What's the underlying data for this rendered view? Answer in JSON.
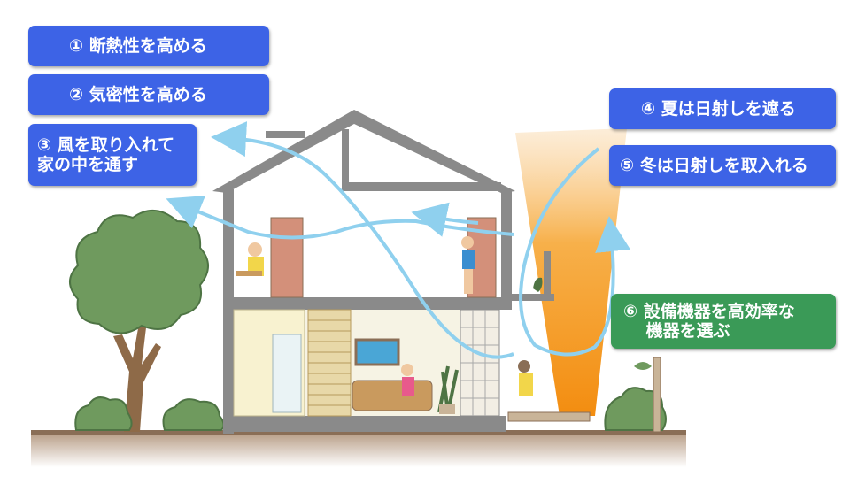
{
  "labels": {
    "insulation": "① 断熱性を高める",
    "airtight": "② 気密性を高める",
    "wind": "③ 風を取り入れて\n家の中を通す",
    "summer_sun": "④ 夏は日射しを遮る",
    "winter_sun": "⑤ 冬は日射しを取入れる",
    "equipment": "⑥ 設備機器を高効率な\n　 機器を選ぶ"
  },
  "colors": {
    "label_blue": "#3d63e6",
    "label_green": "#3a9a57",
    "sunlight": "#f59a1c",
    "wind_arrow": "#8fd0ee",
    "house_frame": "#8a8a8a"
  },
  "icons": [
    "wind-arrow-icon",
    "sunlight-beam",
    "tree",
    "shrub",
    "person-reading",
    "person-standing",
    "person-sitting"
  ]
}
